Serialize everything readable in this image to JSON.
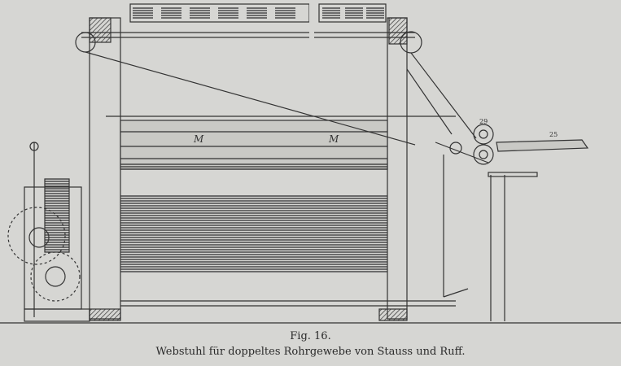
{
  "figure": {
    "number_label": "Fig. 16.",
    "caption": "Webstuhl für doppeltes Rohrgewebe von Stauss und Ruff.",
    "part_labels": [
      "29",
      "25"
    ],
    "cylinder_marks": [
      "M",
      "M"
    ]
  }
}
